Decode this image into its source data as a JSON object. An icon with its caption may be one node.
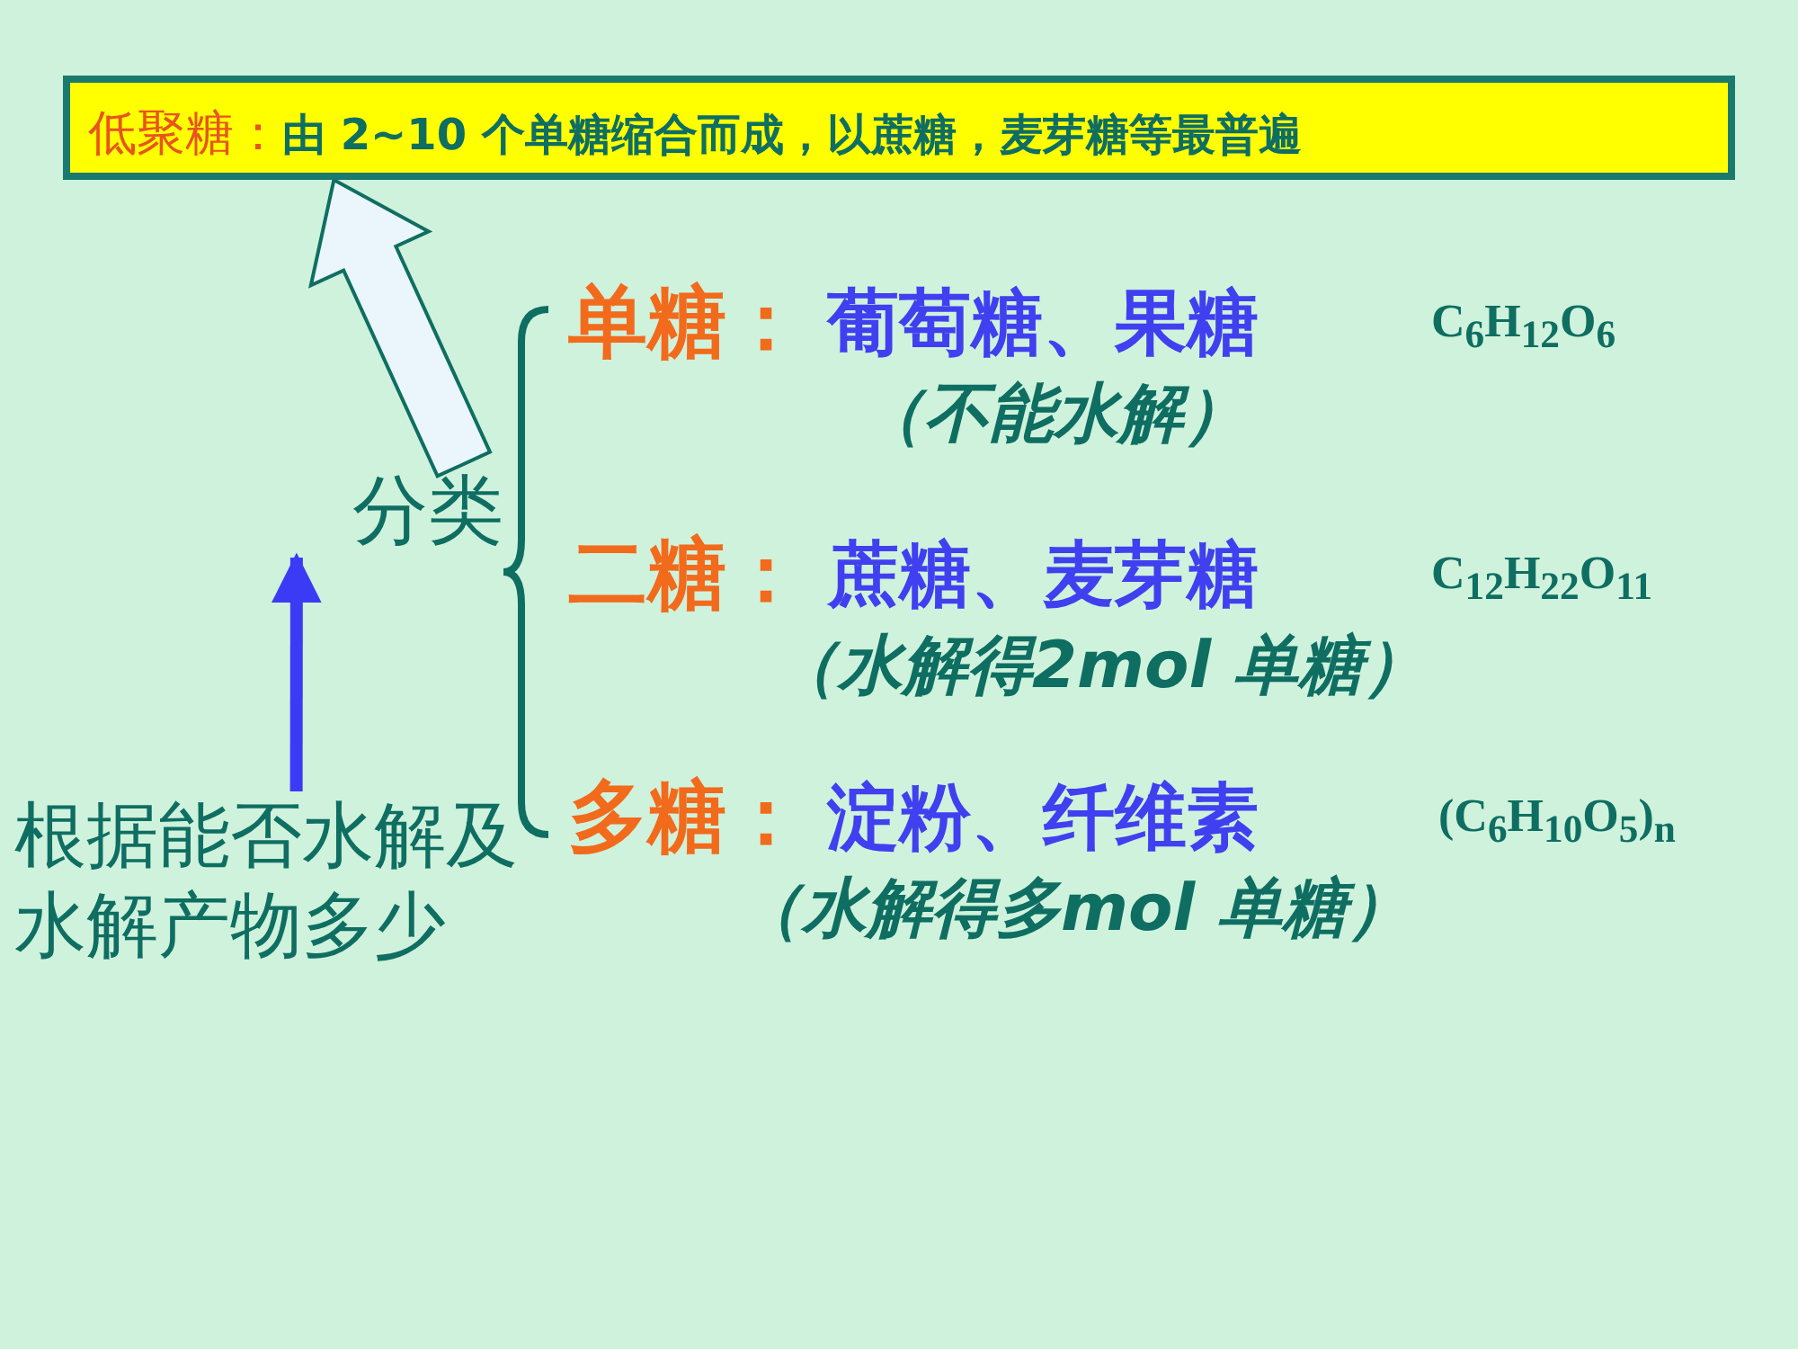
{
  "diagram": {
    "nodes": [
      {
        "text": [
          "低聚糖：",
          "由 2~10 个单糖缩合而成，以蔗糖，麦芽糖等最普遍"
        ]
      },
      {
        "text": [
          "分类"
        ]
      },
      {
        "text": [
          "根据能否水解及水解产物多少"
        ]
      }
    ],
    "edges": [
      {
        "from": 1,
        "to": 0,
        "arrow": "to",
        "style": "thick"
      },
      {
        "from": 2,
        "to": 1,
        "arrow": "to",
        "color": "#3b3bf5"
      }
    ],
    "labels": [
      "单糖：",
      "葡萄糖、果糖",
      "C$_{6}$H$_{12}$O$_{6}$",
      "（不能水解）",
      "二糖：",
      "蔗糖、麦芽糖",
      "C$_{12}$H$_{22}$O$_{11}$",
      "（水解得2mol 单糖）",
      "多糖：",
      "淀粉、纤维素",
      "(C$_{6}$H$_{10}$O$_{5}$)$_{n}$",
      "（水解得多mol 单糖）"
    ]
  }
}
